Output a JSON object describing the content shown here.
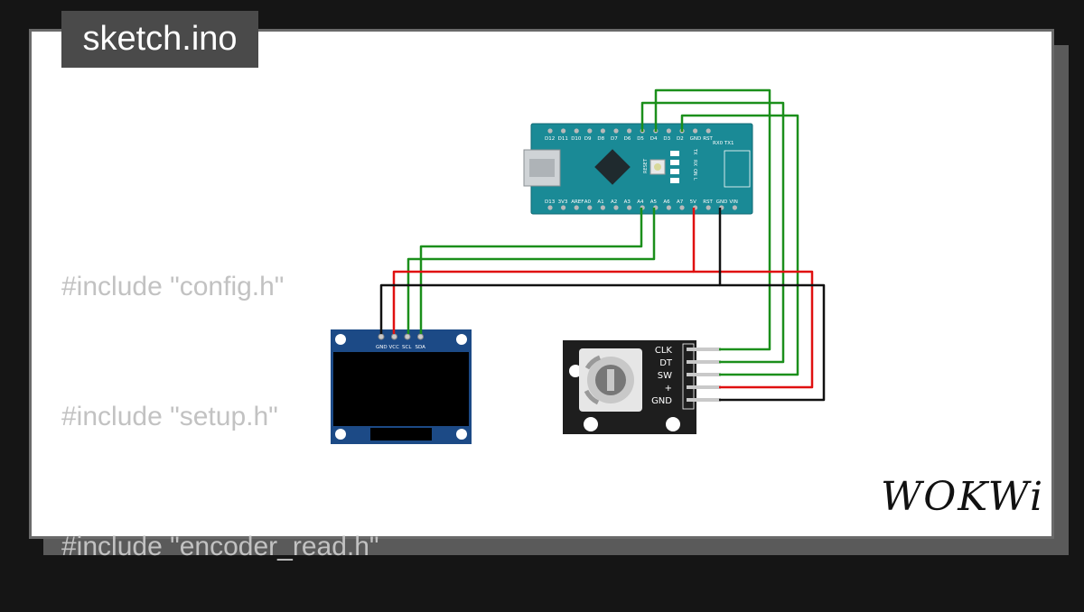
{
  "file": {
    "title": "sketch.ino"
  },
  "code_lines": [
    "#include \"config.h\"",
    "#include \"setup.h\"",
    "#include \"encoder_read.h\""
  ],
  "nano": {
    "top_pins": [
      "D12",
      "D11",
      "D10",
      "D9",
      "D8",
      "D7",
      "D6",
      "D5",
      "D4",
      "D3",
      "D2",
      "GND",
      "RST"
    ],
    "bottom_pins": [
      "D13",
      "3V3",
      "AREF",
      "A0",
      "A1",
      "A2",
      "A3",
      "A4",
      "A5",
      "A6",
      "A7",
      "5V",
      "RST",
      "GND",
      "VIN"
    ],
    "rx_tx_label": "RX0 TX1",
    "led_labels": [
      "TX",
      "RX",
      "ON",
      "L"
    ],
    "reset_label": "RESET"
  },
  "oled": {
    "pins": [
      "GND",
      "VCC",
      "SCL",
      "SDA"
    ]
  },
  "encoder": {
    "pins": [
      "CLK",
      "DT",
      "SW",
      "+",
      "GND"
    ]
  },
  "wire_colors": {
    "green": "#1b8f1b",
    "red": "#e01010",
    "black": "#111111"
  },
  "board_colors": {
    "nano": "#1a8a96",
    "oled": "#1c4a86",
    "encoder": "#1e1e1e"
  },
  "brand": {
    "logo": "WOKWi"
  }
}
